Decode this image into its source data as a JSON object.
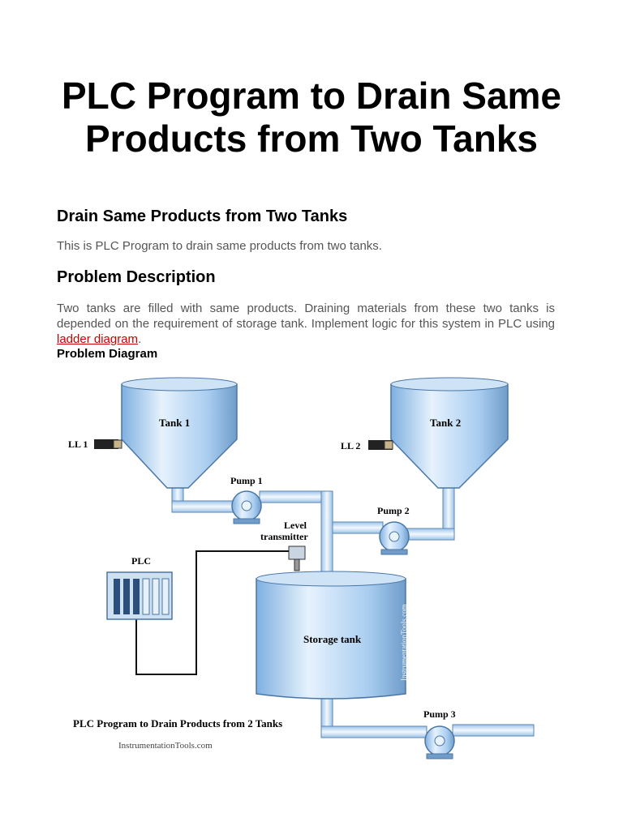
{
  "title": "PLC Program to Drain Same Products from Two Tanks",
  "section1": {
    "heading": "Drain Same Products from Two Tanks",
    "text": "This is PLC Program to drain same products from two tanks."
  },
  "section2": {
    "heading": "Problem Description",
    "text_before_link": "Two tanks are filled with same products. Draining materials from these two tanks is depended on the requirement of storage tank. Implement logic for this system in PLC using ",
    "link_text": "ladder diagram",
    "text_after_link": "."
  },
  "diagram_heading": "Problem Diagram",
  "diagram": {
    "tank1_label": "Tank 1",
    "tank2_label": "Tank 2",
    "ll1_label": "LL 1",
    "ll2_label": "LL 2",
    "pump1_label": "Pump 1",
    "pump2_label": "Pump 2",
    "pump3_label": "Pump 3",
    "level_label_line1": "Level",
    "level_label_line2": "transmitter",
    "plc_label": "PLC",
    "storage_label": "Storage tank",
    "watermark": "InstrumentationTools.com",
    "caption": "PLC Program to Drain Products from 2 Tanks",
    "caption_site": "InstrumentationTools.com",
    "colors": {
      "tank_fill": "#a9cdf0",
      "tank_dark": "#6f9cc9",
      "pipe": "#d8ebfb",
      "pipe_edge": "#5a86b5"
    }
  }
}
